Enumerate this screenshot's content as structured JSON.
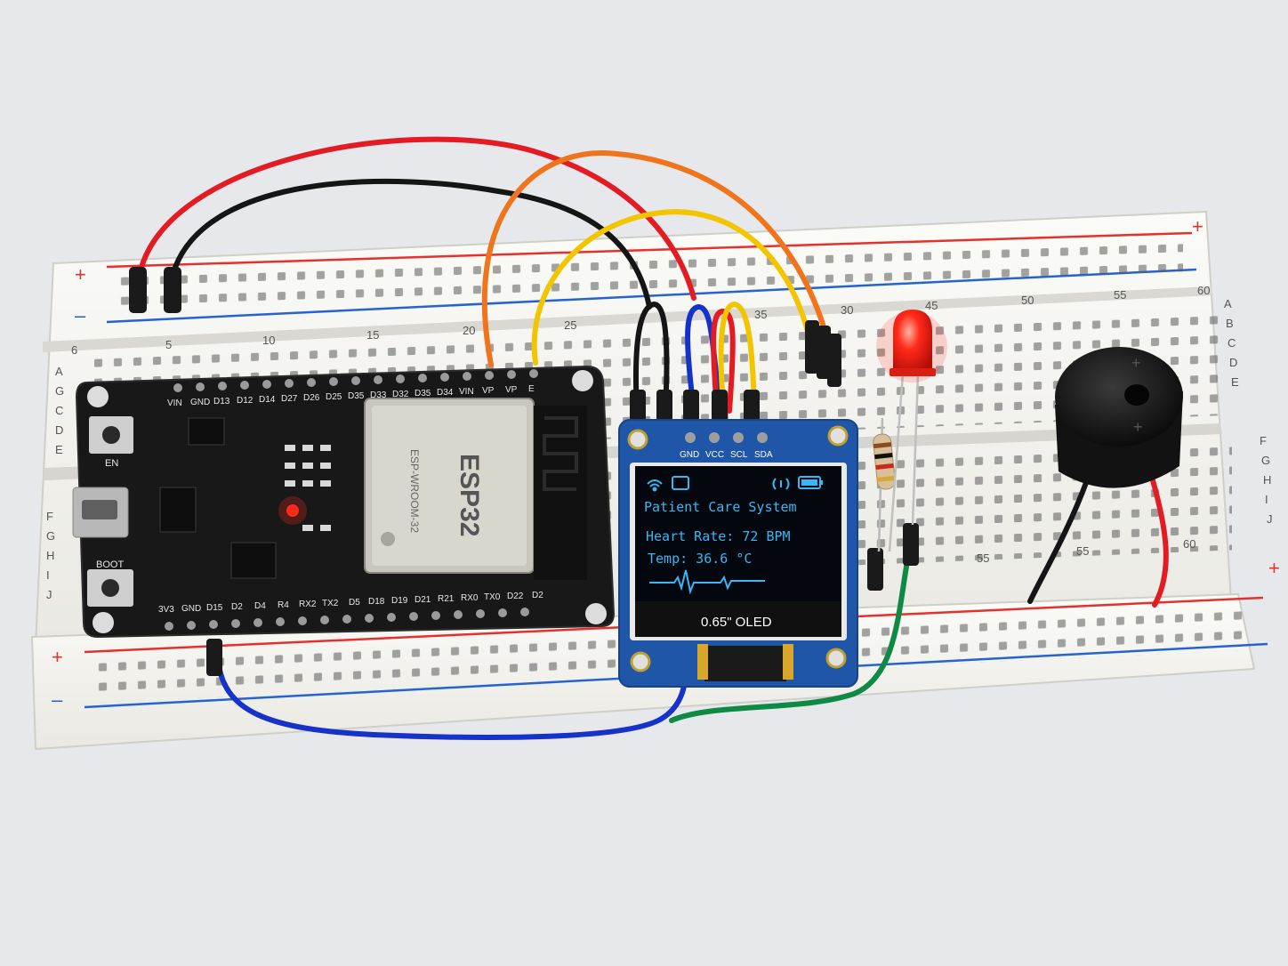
{
  "breadboard": {
    "rail_plus": "+",
    "rail_minus": "–",
    "column_numbers": [
      "6",
      "5",
      "10",
      "15",
      "20",
      "25",
      "35",
      "30",
      "45",
      "50",
      "55",
      "60",
      "55",
      "55",
      "60"
    ],
    "row_letters_left": [
      "A",
      "G",
      "C",
      "D",
      "E",
      "F",
      "G",
      "H",
      "I",
      "J"
    ],
    "row_letters_right": [
      "A",
      "B",
      "C",
      "D",
      "E",
      "F",
      "G",
      "H",
      "I",
      "J"
    ]
  },
  "esp32_board": {
    "module_brand": "ESP32",
    "module_subtext": "ESP-WROOM-32",
    "en_label": "EN",
    "boot_label": "BOOT",
    "top_pins": [
      "VIN",
      "GND",
      "D13",
      "D12",
      "D14",
      "D27",
      "D26",
      "D25",
      "D35",
      "D33",
      "D32",
      "D35",
      "D34",
      "VIN",
      "VP",
      "VP",
      "E"
    ],
    "bottom_pins": [
      "3V3",
      "GND",
      "D15",
      "D2",
      "D4",
      "R4",
      "RX2",
      "TX2",
      "D5",
      "D18",
      "D19",
      "D21",
      "R21",
      "RX0",
      "TX0",
      "D22",
      "D2"
    ]
  },
  "oled": {
    "pin_labels": [
      "GND",
      "VCC",
      "SCL",
      "SDA"
    ],
    "title": "Patient Care System",
    "heart_rate": "Heart Rate: 72 BPM",
    "temperature": "Temp: 36.6 °C",
    "size_label": "0.65\" OLED",
    "colors": {
      "screen_text": "#35b8f5",
      "pcb": "#1f56a8"
    }
  },
  "colors": {
    "wire_red": "#e31c23",
    "wire_black": "#151515",
    "wire_orange": "#f0741c",
    "wire_yellow": "#f2c500",
    "wire_blue": "#1633c9",
    "wire_green": "#0f8a44",
    "led_red": "#ff2a1a"
  }
}
